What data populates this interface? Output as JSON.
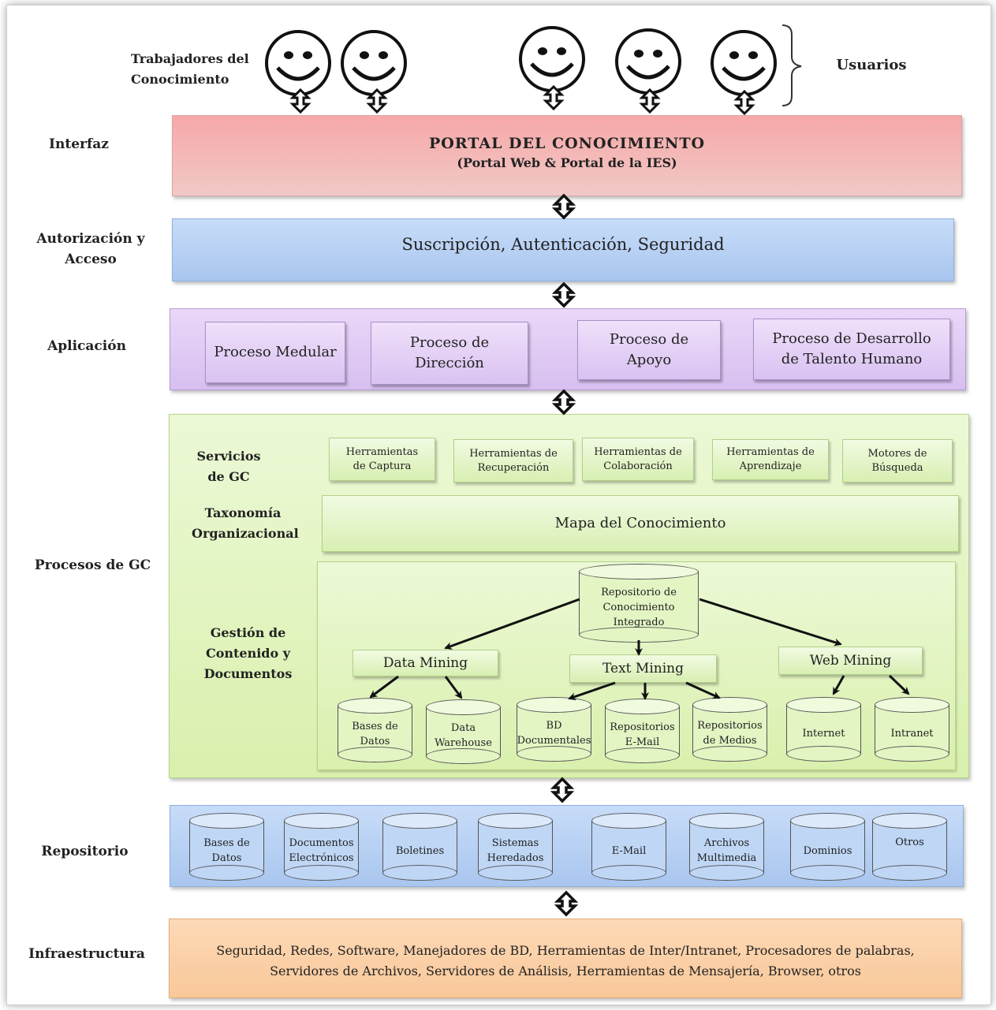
{
  "users": {
    "workers_label": "Trabajadores del Conocimiento",
    "users_label": "Usuarios",
    "icons": [
      "smiley-face-icon",
      "smiley-face-icon",
      "smiley-face-icon",
      "smiley-face-icon",
      "smiley-face-icon"
    ]
  },
  "layers": {
    "interfaz": "Interfaz",
    "autorizacion": "Autorización y Acceso",
    "aplicacion": "Aplicación",
    "procesos": "Procesos de GC",
    "repositorio": "Repositorio",
    "infraestructura": "Infraestructura"
  },
  "portal": {
    "title": "PORTAL DEL CONOCIMIENTO",
    "subtitle": "(Portal Web & Portal de la IES)"
  },
  "auth": {
    "text": "Suscripción, Autenticación, Seguridad"
  },
  "application": {
    "boxes": [
      "Proceso Medular",
      "Proceso de Dirección",
      "Proceso de Apoyo",
      "Proceso de Desarrollo de Talento Humano"
    ]
  },
  "gc": {
    "servicios_label": "Servicios de GC",
    "servicios": [
      "Herramientas de Captura",
      "Herramientas de Recuperación",
      "Herramientas de Colaboración",
      "Herramientas de Aprendizaje",
      "Motores de Búsqueda"
    ],
    "taxonomia_label": "Taxonomía Organizacional",
    "mapa": "Mapa del Conocimiento",
    "gestion_label": "Gestión de Contenido y Documentos",
    "repositorio_integrado": "Repositorio de Conocimiento Integrado",
    "mining": [
      "Data Mining",
      "Text Mining",
      "Web Mining"
    ],
    "sources": [
      "Bases de Datos",
      "Data Warehouse",
      "BD Documentales",
      "Repositorios E-Mail",
      "Repositorios de Medios",
      "Internet",
      "Intranet"
    ]
  },
  "repository": {
    "items": [
      "Bases de Datos",
      "Documentos Electrónicos",
      "Boletines",
      "Sistemas Heredados",
      "E-Mail",
      "Archivos Multimedia",
      "Dominios",
      "Otros"
    ]
  },
  "infra": {
    "line1": "Seguridad, Redes, Software, Manejadores de BD, Herramientas de Inter/Intranet, Procesadores de palabras,",
    "line2": "Servidores de Archivos, Servidores de Análisis, Herramientas de Mensajería, Browser, otros"
  },
  "colors": {
    "interfaz": "#f6a8a8",
    "acceso": "#b7d0f3",
    "aplicacion": "#e1cbf5",
    "procesos": "#e4f5c4",
    "repositorio": "#bfd6f5",
    "infraestructura": "#fbd0a8"
  }
}
